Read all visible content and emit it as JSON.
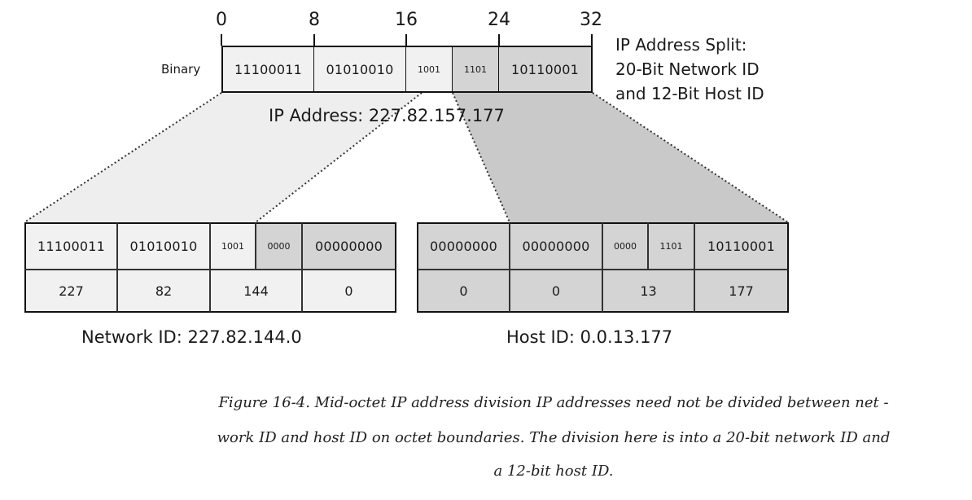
{
  "bit_ticks": [
    "0",
    "8",
    "16",
    "24",
    "32"
  ],
  "row_label": "Binary",
  "ip_bits": [
    "11100011",
    "01010010",
    "1001",
    "1101",
    "10110001"
  ],
  "ip_address_label": "IP Address: 227.82.157.177",
  "split_note": [
    "IP Address Split:",
    "20-Bit Network ID",
    "and 12-Bit Host ID"
  ],
  "network": {
    "bits": [
      "11100011",
      "01010010",
      "1001",
      "0000",
      "00000000"
    ],
    "decimals": [
      "227",
      "82",
      "144",
      "0"
    ],
    "label": "Network ID: 227.82.144.0"
  },
  "host": {
    "bits": [
      "00000000",
      "00000000",
      "0000",
      "1101",
      "10110001"
    ],
    "decimals": [
      "0",
      "0",
      "13",
      "177"
    ],
    "label": "Host ID: 0.0.13.177"
  },
  "caption": [
    "Figure 16-4. Mid-octet IP address division IP addresses need not be divided between net -",
    "work ID and host ID on octet boundaries. The division here is into a 20-bit network ID and",
    "a 12-bit host ID."
  ],
  "colors": {
    "network_shade": "#f1f1f1",
    "host_shade": "#d4d4d4",
    "line": "#111111"
  }
}
